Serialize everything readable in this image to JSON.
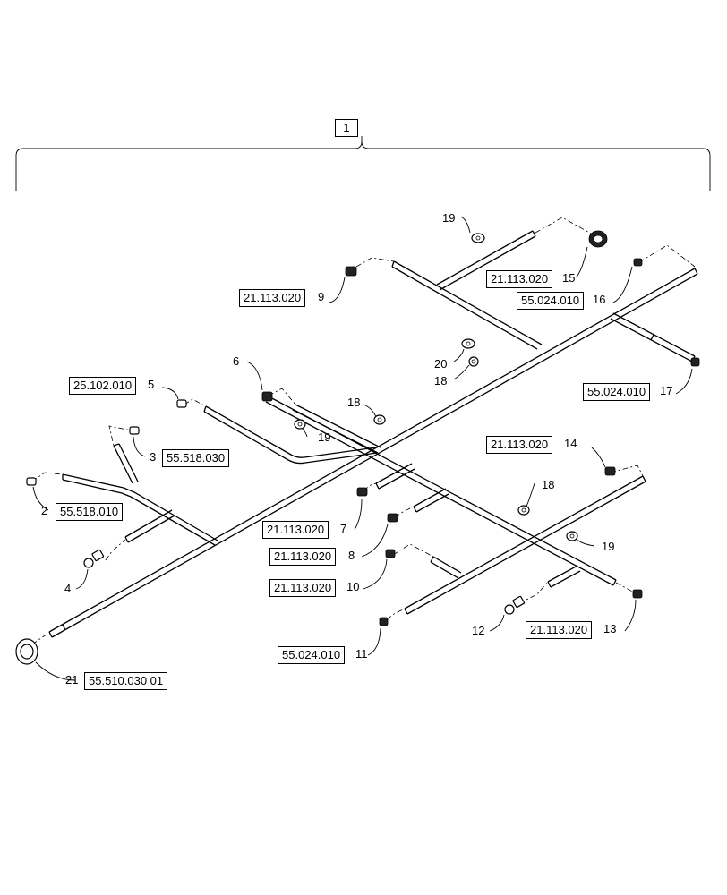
{
  "assembly": {
    "item": "1"
  },
  "callouts": [
    {
      "id": "c19a",
      "item": "19",
      "ref": ""
    },
    {
      "id": "c15",
      "item": "15",
      "ref": "21.113.020"
    },
    {
      "id": "c9",
      "item": "9",
      "ref": "21.113.020"
    },
    {
      "id": "c16",
      "item": "16",
      "ref": "55.024.010"
    },
    {
      "id": "c6",
      "item": "6",
      "ref": ""
    },
    {
      "id": "c20",
      "item": "20",
      "ref": ""
    },
    {
      "id": "c18a",
      "item": "18",
      "ref": ""
    },
    {
      "id": "c5",
      "item": "5",
      "ref": "25.102.010"
    },
    {
      "id": "c17",
      "item": "17",
      "ref": "55.024.010"
    },
    {
      "id": "c18b",
      "item": "18",
      "ref": ""
    },
    {
      "id": "c19b",
      "item": "19",
      "ref": ""
    },
    {
      "id": "c3",
      "item": "3",
      "ref": "55.518.030"
    },
    {
      "id": "c14",
      "item": "14",
      "ref": "21.113.020"
    },
    {
      "id": "c18c",
      "item": "18",
      "ref": ""
    },
    {
      "id": "c2",
      "item": "2",
      "ref": "55.518.010"
    },
    {
      "id": "c7",
      "item": "7",
      "ref": "21.113.020"
    },
    {
      "id": "c19c",
      "item": "19",
      "ref": ""
    },
    {
      "id": "c8",
      "item": "8",
      "ref": "21.113.020"
    },
    {
      "id": "c4",
      "item": "4",
      "ref": ""
    },
    {
      "id": "c10",
      "item": "10",
      "ref": "21.113.020"
    },
    {
      "id": "c12",
      "item": "12",
      "ref": ""
    },
    {
      "id": "c13",
      "item": "13",
      "ref": "21.113.020"
    },
    {
      "id": "c11",
      "item": "11",
      "ref": "55.024.010"
    },
    {
      "id": "c21",
      "item": "21",
      "ref": "55.510.030 01"
    }
  ]
}
